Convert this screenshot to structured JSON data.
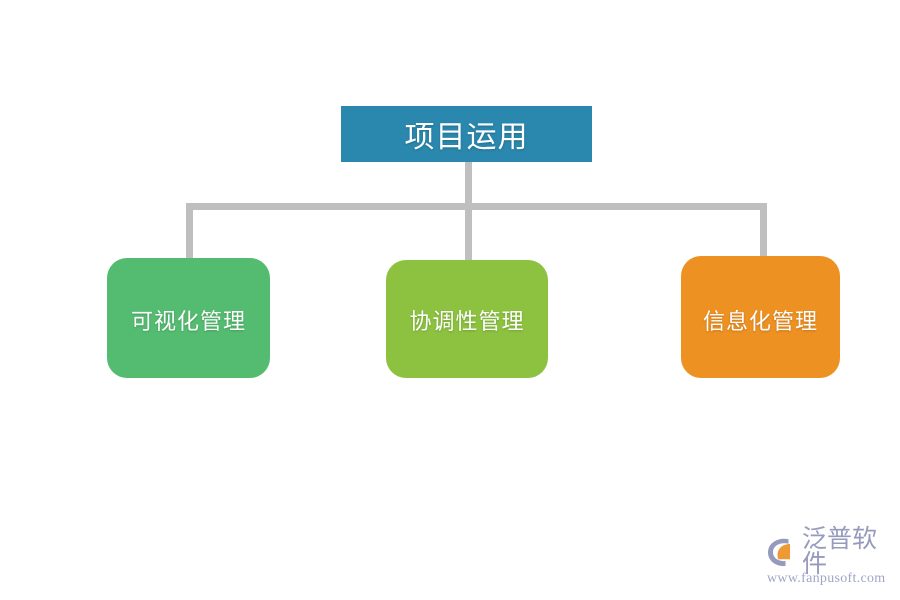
{
  "diagram": {
    "type": "org-tree",
    "background_color": "#ffffff",
    "connector_color": "#bfbfbf",
    "root": {
      "label": "项目运用",
      "color": "#2a87ad",
      "text_color": "#ffffff",
      "shape": "rectangle"
    },
    "children": [
      {
        "label": "可视化管理",
        "color": "#54bc70",
        "text_color": "#ffffff",
        "shape": "rounded-rectangle"
      },
      {
        "label": "协调性管理",
        "color": "#8cc240",
        "text_color": "#ffffff",
        "shape": "rounded-rectangle"
      },
      {
        "label": "信息化管理",
        "color": "#ed9122",
        "text_color": "#ffffff",
        "shape": "rounded-rectangle"
      }
    ]
  },
  "watermark": {
    "brand_name": "泛普软件",
    "url": "www.fanpusoft.com",
    "mark_colors": {
      "swoosh": "#8e93b8",
      "arc": "#ed9122"
    },
    "text_color": "#8e93b8"
  }
}
